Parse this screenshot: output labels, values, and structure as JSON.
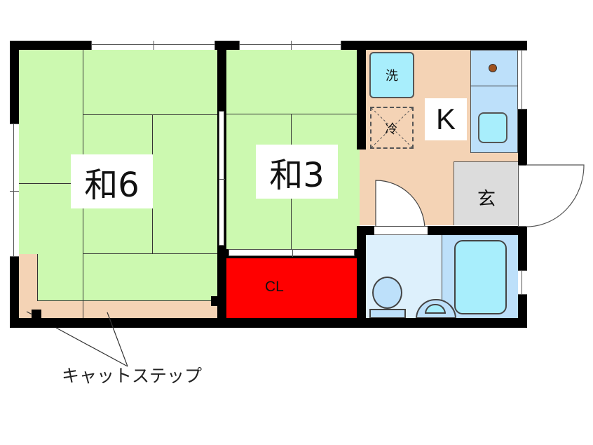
{
  "plan": {
    "rooms": {
      "washitsu6": {
        "label": "和6",
        "color": "#ccf9b0"
      },
      "washitsu3": {
        "label": "和3",
        "color": "#ccf9b0"
      },
      "closet": {
        "label": "CL",
        "color": "#ff0000"
      },
      "kitchen": {
        "label": "K",
        "color": "#f4d3b5"
      },
      "entrance": {
        "label": "玄",
        "color": "#dcdcdc"
      },
      "bath": {
        "label": "",
        "color": "#bde0fa"
      }
    },
    "fixtures": {
      "washer": "洗",
      "fridge": "冷"
    },
    "annotation": "キャットステップ",
    "colors": {
      "wall": "#000000",
      "tatami": "#ccf9b0",
      "floor": "#f4d3b5",
      "water_blue": "#bde0fa",
      "tub_cyan": "#a8eefc",
      "toilet_room": "#ddf0fc"
    }
  }
}
